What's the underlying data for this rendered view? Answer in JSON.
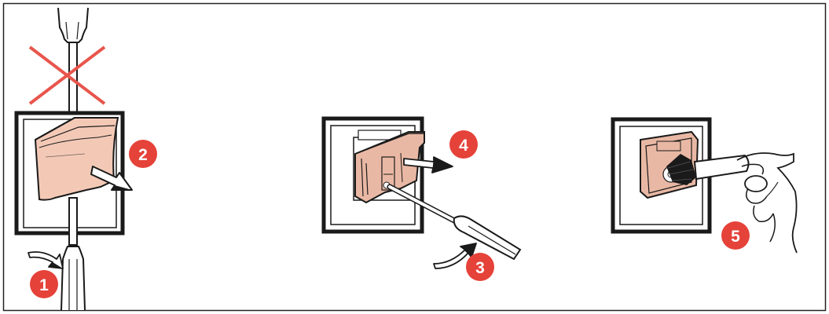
{
  "steps": [
    {
      "number": "1",
      "action": "rotate-screwdriver"
    },
    {
      "number": "2",
      "action": "pull-cover"
    },
    {
      "number": "3",
      "action": "rotate-screwdriver"
    },
    {
      "number": "4",
      "action": "pull-module"
    },
    {
      "number": "5",
      "action": "brush-clean"
    }
  ],
  "colors": {
    "badge": "#e5423a",
    "forbidden": "#e8554c",
    "cover": "#f3c9b6",
    "module": "#e9b8a4",
    "outline": "#1a1a1a",
    "frame": "#2a2a2a"
  },
  "icons": {
    "forbidden": "cross-icon",
    "arrow": "arrow-icon",
    "rotate": "rotate-arrow-icon",
    "tool": "screwdriver-icon",
    "brush": "brush-icon",
    "hand": "hand-icon"
  }
}
